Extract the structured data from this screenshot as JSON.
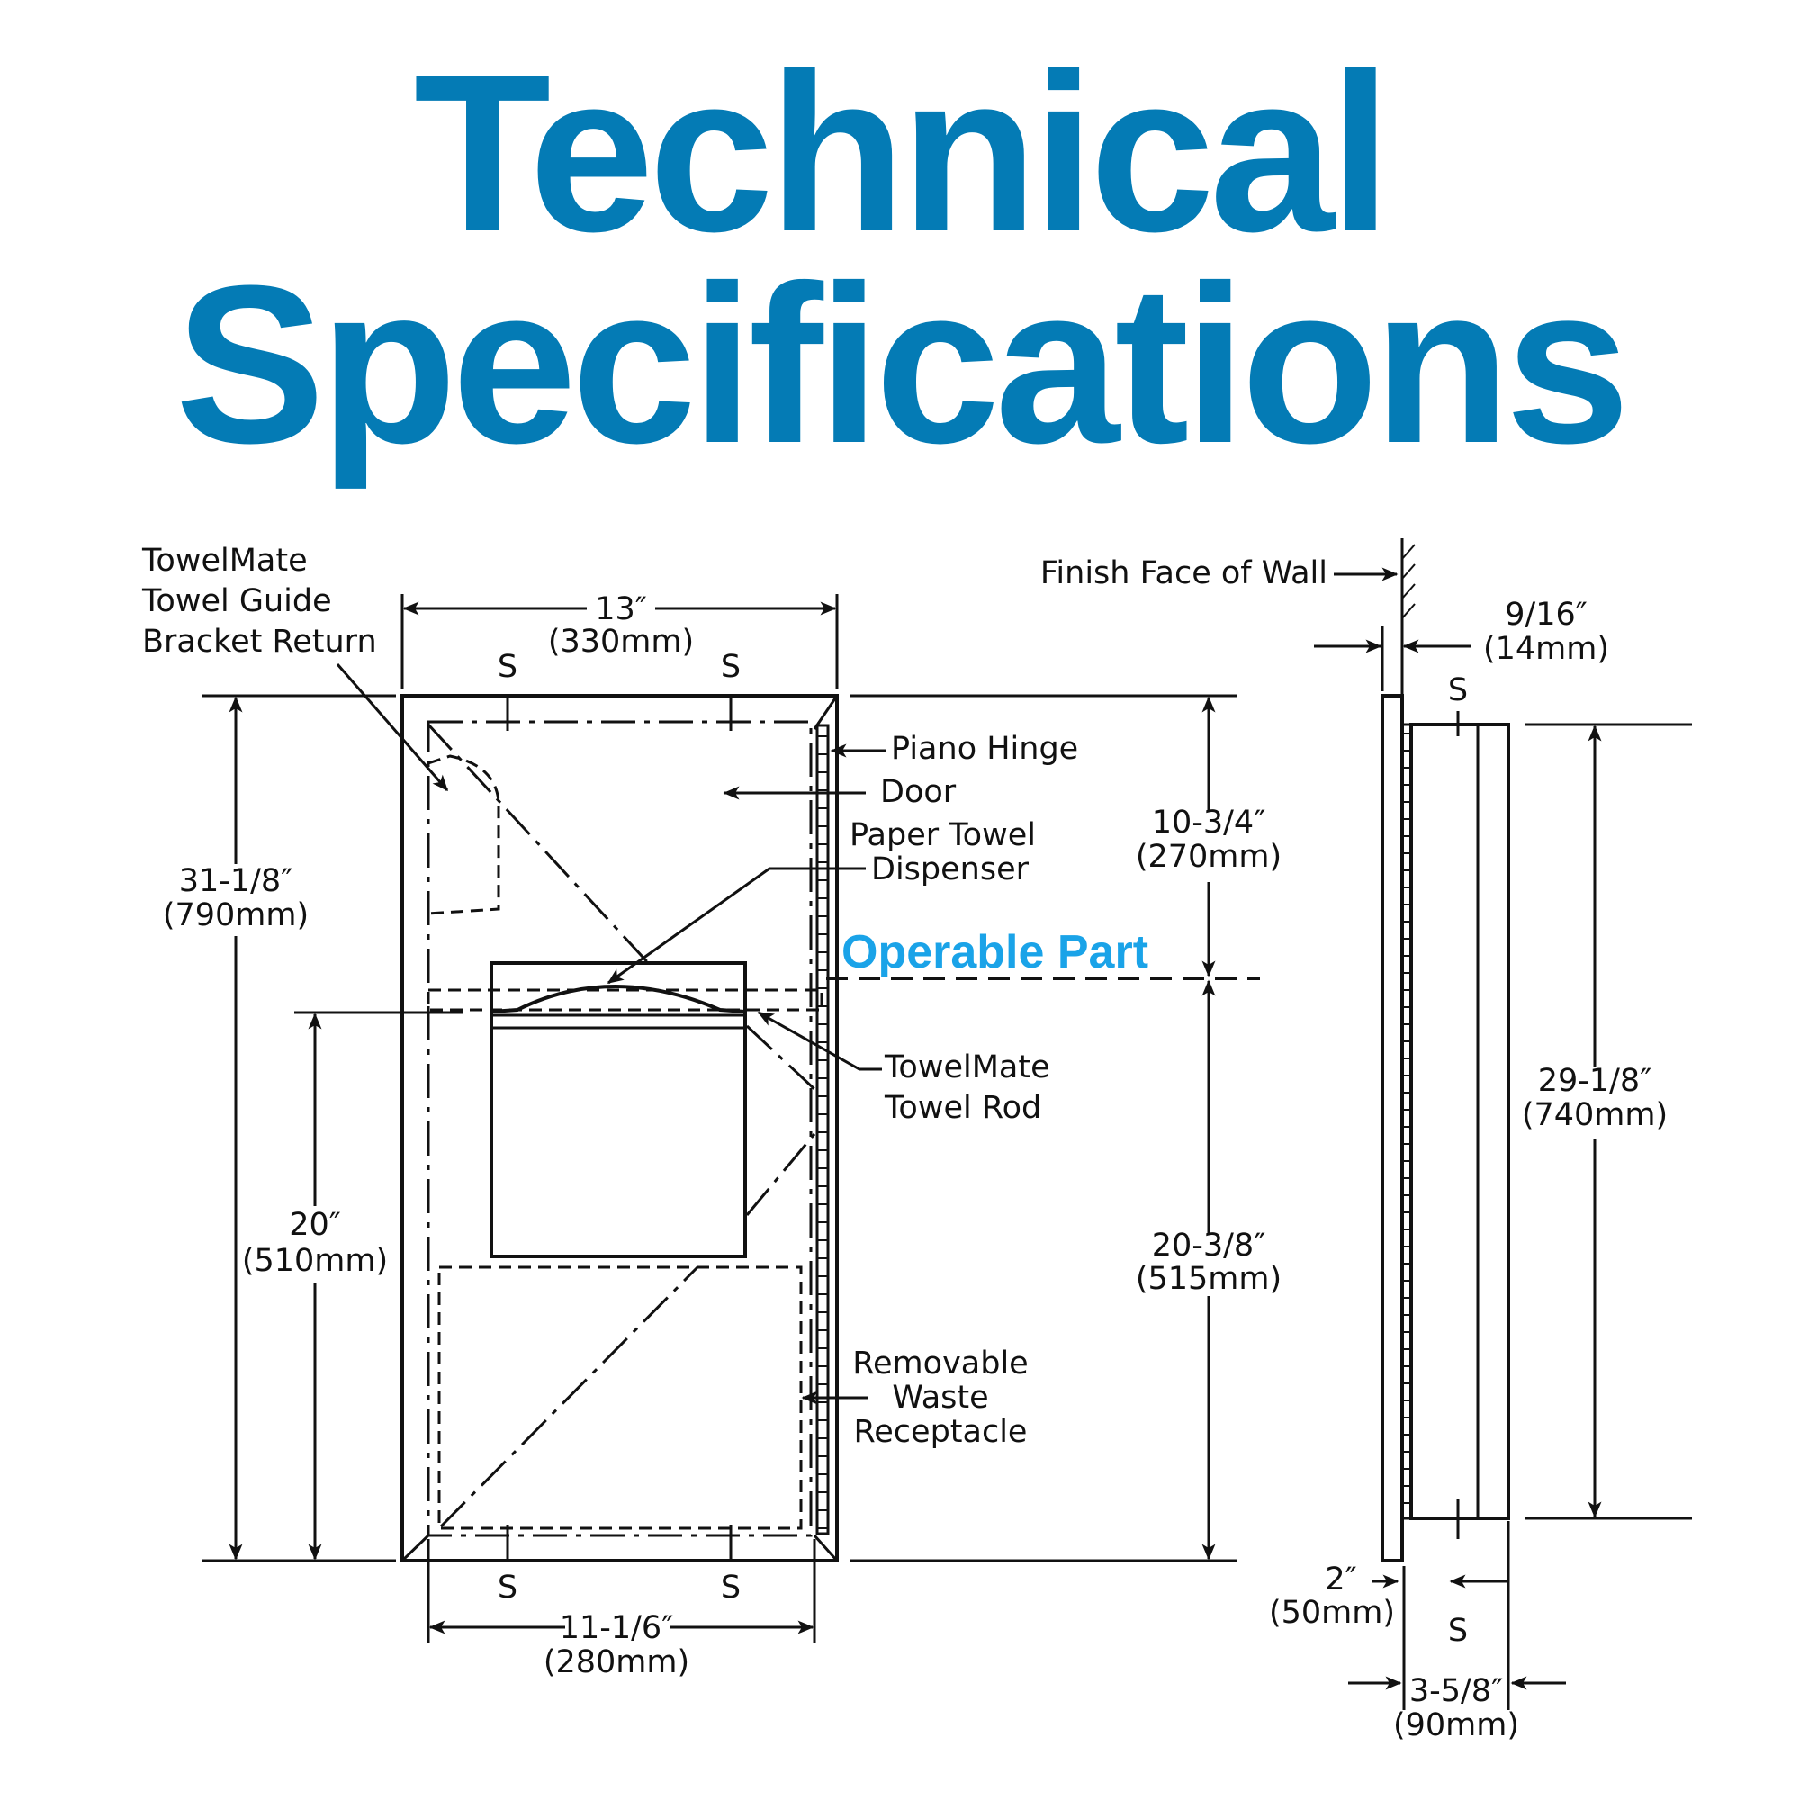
{
  "title": {
    "line1": "Technical",
    "line2": "Specifications"
  },
  "colors": {
    "title": "#047bb5",
    "operable": "#1aa3e8",
    "ink": "#111111"
  },
  "labels": {
    "bracket1": "TowelMate",
    "bracket2": "Towel Guide",
    "bracket3": "Bracket Return",
    "hinge": "Piano Hinge",
    "door": "Door",
    "dispenser1": "Paper Towel",
    "dispenser2": "Dispenser",
    "operable": "Operable Part",
    "rod1": "TowelMate",
    "rod2": "Towel Rod",
    "waste1": "Removable",
    "waste2": "Waste",
    "waste3": "Receptacle",
    "wall": "Finish Face of Wall",
    "screw": "S"
  },
  "dimensions": {
    "width_in": "13″",
    "width_mm": "(330mm)",
    "height_in": "31-1/8″",
    "height_mm": "(790mm)",
    "rod_in": "20″",
    "rod_mm": "(510mm)",
    "upper_in": "10-3/4″",
    "upper_mm": "(270mm)",
    "lower_in": "20-3/8″",
    "lower_mm": "(515mm)",
    "inner_in": "11-1/6″",
    "inner_mm": "(280mm)",
    "flange_in": "9/16″",
    "flange_mm": "(14mm)",
    "side_h_in": "29-1/8″",
    "side_h_mm": "(740mm)",
    "protr_in": "2″",
    "protr_mm": "(50mm)",
    "depth_in": "3-5/8″",
    "depth_mm": "(90mm)"
  }
}
